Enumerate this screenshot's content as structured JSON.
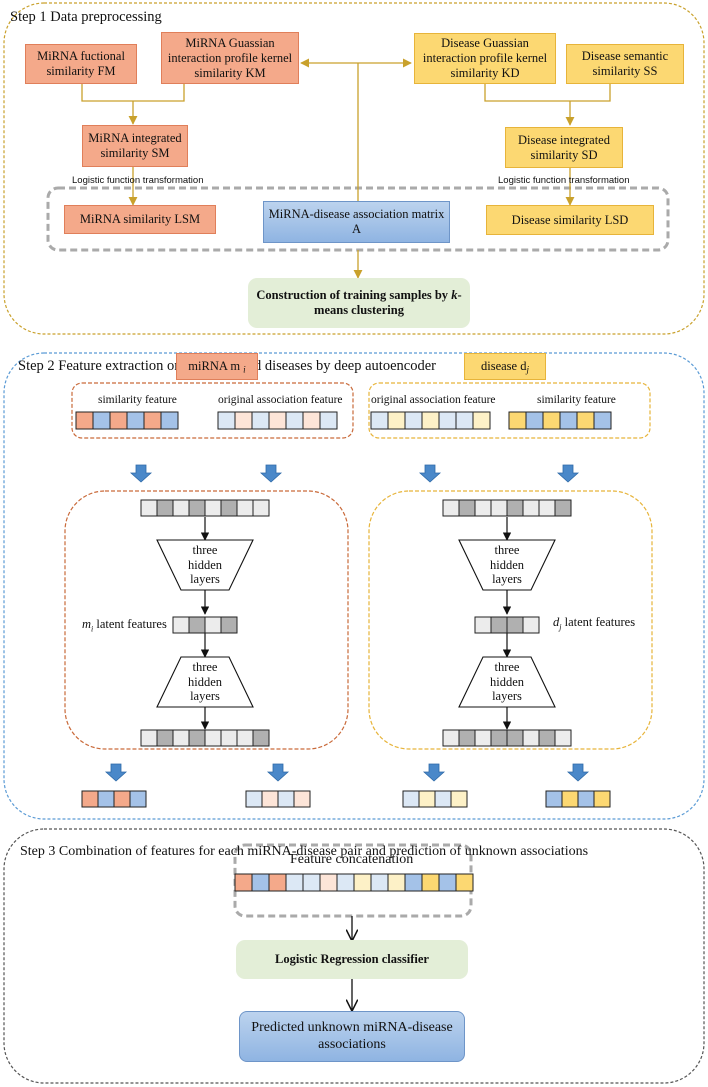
{
  "step1": {
    "title": "Step 1  Data preprocessing",
    "fm": "MiRNA fuctional similarity FM",
    "km": "MiRNA Guassian interaction profile kernel similarity KM",
    "kd": "Disease Guassian interaction profile kernel similarity KD",
    "ss": "Disease semantic similarity SS",
    "sm": "MiRNA integrated similarity SM",
    "sd": "Disease integrated similarity SD",
    "logistic_left": "Logistic function transformation",
    "logistic_right": "Logistic function transformation",
    "lsm": "MiRNA similarity LSM",
    "matrix": "MiRNA-disease association matrix A",
    "lsd": "Disease similarity LSD",
    "construction": "Construction of training samples by k-means clustering"
  },
  "step2": {
    "title": "Step 2  Feature extraction on miRNAs and diseases by deep autoencoder",
    "mirna_label": "miRNA m",
    "mirna_sub": "i",
    "disease_label": "disease d",
    "disease_sub": "j",
    "left_sim": "similarity feature",
    "left_orig": "original association feature",
    "right_orig": "original association feature",
    "right_sim": "similarity feature",
    "encoder": "three hidden layers",
    "decoder": "three hidden layers",
    "m_latent_sym": "m",
    "m_latent_sub": "i",
    "latent_text": "latent features",
    "d_latent_sym": "d",
    "d_latent_sub": "j"
  },
  "step3": {
    "title": "Step 3  Combination of features for each miRNA-disease pair and prediction of unknown associations",
    "concat": "Feature concatenation",
    "classifier": "Logistic Regression classifier",
    "predicted": "Predicted unknown miRNA-disease associations"
  },
  "colors": {
    "salmon": "#f4a98a",
    "light_salmon": "#fde5d8",
    "yellow": "#fcd872",
    "light_yellow": "#fdf1c7",
    "blue": "#a4c2e8",
    "light_blue": "#dce8f5",
    "gray": "#b0b0b0",
    "light_gray": "#ececec",
    "step1_border": "#c9a12c",
    "step2_border": "#5b9bd5",
    "step3_border": "#555555",
    "left_dash": "#c96a3a",
    "right_dash": "#e7b43a",
    "arrow_gold": "#c9a12c",
    "arrow_blue": "#4a88c9"
  },
  "vectors": {
    "left_sim": [
      "salmon",
      "blue",
      "salmon",
      "blue",
      "salmon",
      "blue"
    ],
    "left_orig": [
      "light_blue",
      "light_salmon",
      "light_blue",
      "light_salmon",
      "light_blue",
      "light_salmon",
      "light_blue"
    ],
    "right_orig": [
      "light_blue",
      "light_yellow",
      "light_blue",
      "light_yellow",
      "light_blue",
      "light_blue",
      "light_yellow"
    ],
    "right_sim": [
      "yellow",
      "blue",
      "yellow",
      "blue",
      "yellow",
      "blue"
    ],
    "left_input": [
      "light_gray",
      "gray",
      "light_gray",
      "gray",
      "light_gray",
      "gray",
      "light_gray",
      "light_gray"
    ],
    "right_input": [
      "light_gray",
      "gray",
      "light_gray",
      "light_gray",
      "gray",
      "light_gray",
      "light_gray",
      "gray"
    ],
    "left_latent": [
      "light_gray",
      "gray",
      "light_gray",
      "gray"
    ],
    "right_latent": [
      "light_gray",
      "gray",
      "gray",
      "light_gray"
    ],
    "left_output": [
      "light_gray",
      "gray",
      "light_gray",
      "gray",
      "light_gray",
      "light_gray",
      "light_gray",
      "gray"
    ],
    "right_output": [
      "light_gray",
      "gray",
      "light_gray",
      "gray",
      "gray",
      "light_gray",
      "gray",
      "light_gray"
    ],
    "out1": [
      "salmon",
      "blue",
      "salmon",
      "blue"
    ],
    "out2": [
      "light_blue",
      "light_salmon",
      "light_blue",
      "light_salmon"
    ],
    "out3": [
      "light_blue",
      "light_yellow",
      "light_blue",
      "light_yellow"
    ],
    "out4": [
      "blue",
      "yellow",
      "blue",
      "yellow"
    ],
    "concat": [
      "salmon",
      "blue",
      "salmon",
      "light_blue",
      "light_blue",
      "light_salmon",
      "light_blue",
      "light_yellow",
      "light_blue",
      "light_yellow",
      "blue",
      "yellow",
      "blue",
      "yellow"
    ]
  }
}
